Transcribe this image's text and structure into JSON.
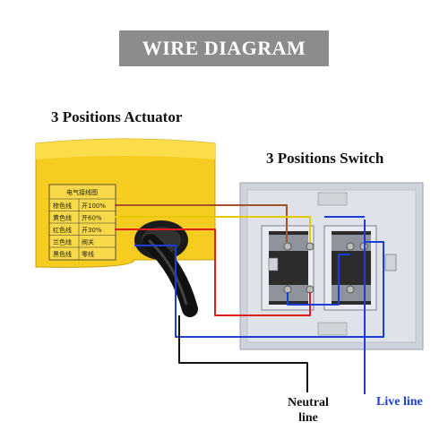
{
  "banner": {
    "title": "WIRE DIAGRAM"
  },
  "actuator": {
    "title": "3 Positions Actuator",
    "table_header": "电气接线图",
    "rows": [
      {
        "left": "棕色线",
        "right": "开100%",
        "color": "#a0522d"
      },
      {
        "left": "黄色线",
        "right": "开60%",
        "color": "#e6c800"
      },
      {
        "left": "红色线",
        "right": "开30%",
        "color": "#e21b1b"
      },
      {
        "left": "兰色线",
        "right": "阀关",
        "color": "#1a3fd6"
      },
      {
        "left": "黑色线",
        "right": "零线",
        "color": "#111111"
      }
    ]
  },
  "switch": {
    "title": "3 Positions Switch"
  },
  "labels": {
    "neutral_line": "Neutral line",
    "live_line": "Live line"
  },
  "colors": {
    "brown": "#a0522d",
    "yellow": "#e6c800",
    "red": "#e21b1b",
    "blue": "#1a3fd6",
    "black": "#111111",
    "actuator_body": "#f5cc1f"
  }
}
